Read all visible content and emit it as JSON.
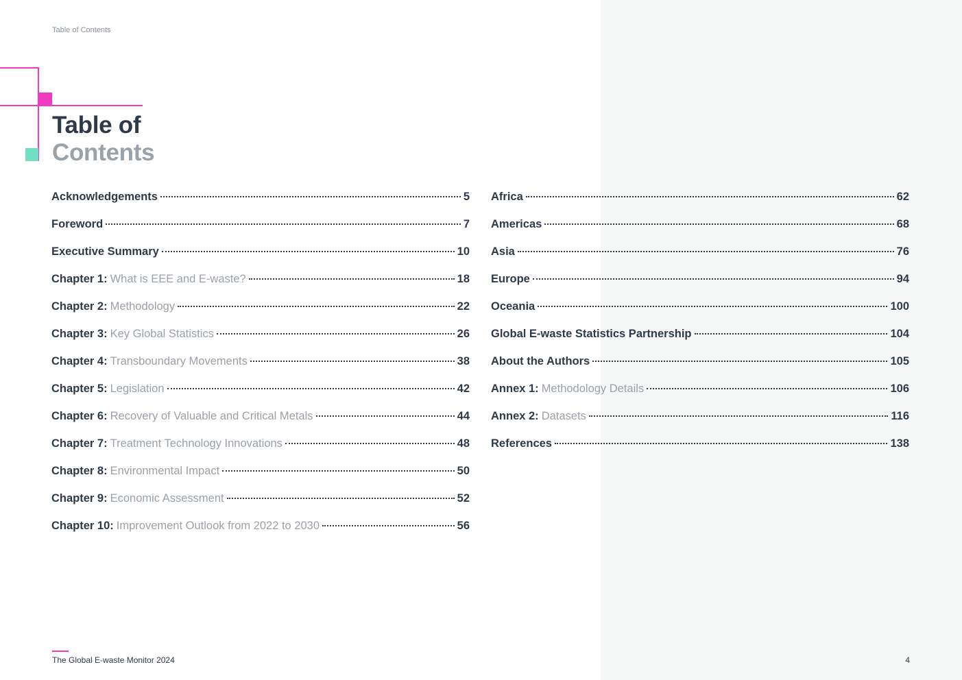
{
  "header": {
    "running_title": "Table of Contents"
  },
  "title": {
    "line1": "Table of",
    "line2": "Contents"
  },
  "toc_left": [
    {
      "label": "Acknowledgements",
      "sub": "",
      "page": "5"
    },
    {
      "label": "Foreword",
      "sub": "",
      "page": "7"
    },
    {
      "label": "Executive Summary",
      "sub": "",
      "page": "10"
    },
    {
      "label": "Chapter 1:",
      "sub": "What is EEE and E-waste?",
      "page": "18"
    },
    {
      "label": "Chapter 2:",
      "sub": "Methodology",
      "page": "22"
    },
    {
      "label": "Chapter 3:",
      "sub": "Key Global Statistics",
      "page": "26"
    },
    {
      "label": "Chapter 4:",
      "sub": "Transboundary Movements",
      "page": "38"
    },
    {
      "label": "Chapter 5:",
      "sub": "Legislation",
      "page": "42"
    },
    {
      "label": "Chapter 6:",
      "sub": "Recovery of Valuable and Critical Metals",
      "page": "44"
    },
    {
      "label": "Chapter 7:",
      "sub": "Treatment Technology Innovations",
      "page": "48"
    },
    {
      "label": "Chapter 8:",
      "sub": "Environmental Impact",
      "page": "50"
    },
    {
      "label": "Chapter 9:",
      "sub": "Economic Assessment",
      "page": "52"
    },
    {
      "label": "Chapter 10:",
      "sub": "Improvement Outlook from 2022 to 2030",
      "page": "56"
    }
  ],
  "toc_right": [
    {
      "label": "Africa",
      "sub": "",
      "page": "62"
    },
    {
      "label": "Americas",
      "sub": "",
      "page": "68"
    },
    {
      "label": "Asia",
      "sub": "",
      "page": "76"
    },
    {
      "label": "Europe",
      "sub": "",
      "page": "94"
    },
    {
      "label": "Oceania",
      "sub": "",
      "page": "100"
    },
    {
      "label": "Global E-waste Statistics Partnership",
      "sub": "",
      "page": "104"
    },
    {
      "label": "About the Authors",
      "sub": "",
      "page": "105"
    },
    {
      "label": "Annex 1:",
      "sub": "Methodology Details",
      "page": "106"
    },
    {
      "label": "Annex 2:",
      "sub": "Datasets",
      "page": "116"
    },
    {
      "label": "References",
      "sub": "",
      "page": "138"
    }
  ],
  "footer": {
    "publication": "The Global E-waste Monitor 2024",
    "page_number": "4"
  },
  "colors": {
    "accent_pink": "#f03ac0",
    "accent_teal": "#6fe0c1",
    "text_dark": "#2e3a48",
    "text_muted": "#9aa1a8",
    "panel_bg": "#f5f7f7"
  }
}
